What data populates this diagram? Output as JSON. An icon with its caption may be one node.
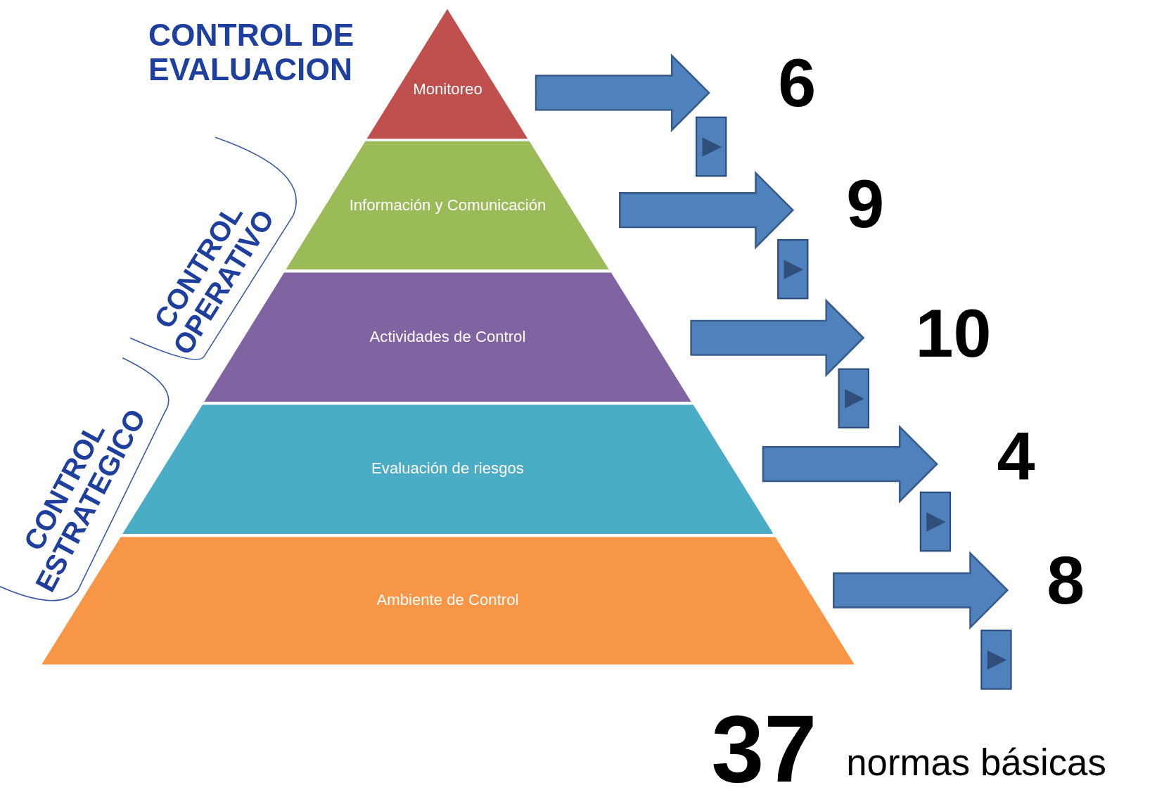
{
  "diagram": {
    "nodes": [
      {
        "text": [
          "Monitoreo"
        ]
      },
      {
        "text": [
          "Información y Comunicación"
        ]
      },
      {
        "text": [
          "Actividades de Control"
        ]
      },
      {
        "text": [
          "Evaluación de riesgos"
        ]
      },
      {
        "text": [
          "Ambiente de Control"
        ]
      },
      {
        "text": [
          "6"
        ]
      },
      {
        "text": [
          "9"
        ]
      },
      {
        "text": [
          "10"
        ]
      },
      {
        "text": [
          "4"
        ]
      },
      {
        "text": [
          "8"
        ]
      }
    ],
    "edges": [
      {
        "from": 0,
        "to": 5,
        "arrow": "to"
      },
      {
        "from": 1,
        "to": 6,
        "arrow": "to"
      },
      {
        "from": 2,
        "to": 7,
        "arrow": "to"
      },
      {
        "from": 3,
        "to": 8,
        "arrow": "to"
      },
      {
        "from": 4,
        "to": 9,
        "arrow": "to"
      }
    ],
    "labels": [
      "CONTROL DE EVALUACION",
      "CONTROL OPERATIVO",
      "CONTROL ESTRATEGICO",
      "37",
      "normas básicas"
    ]
  }
}
